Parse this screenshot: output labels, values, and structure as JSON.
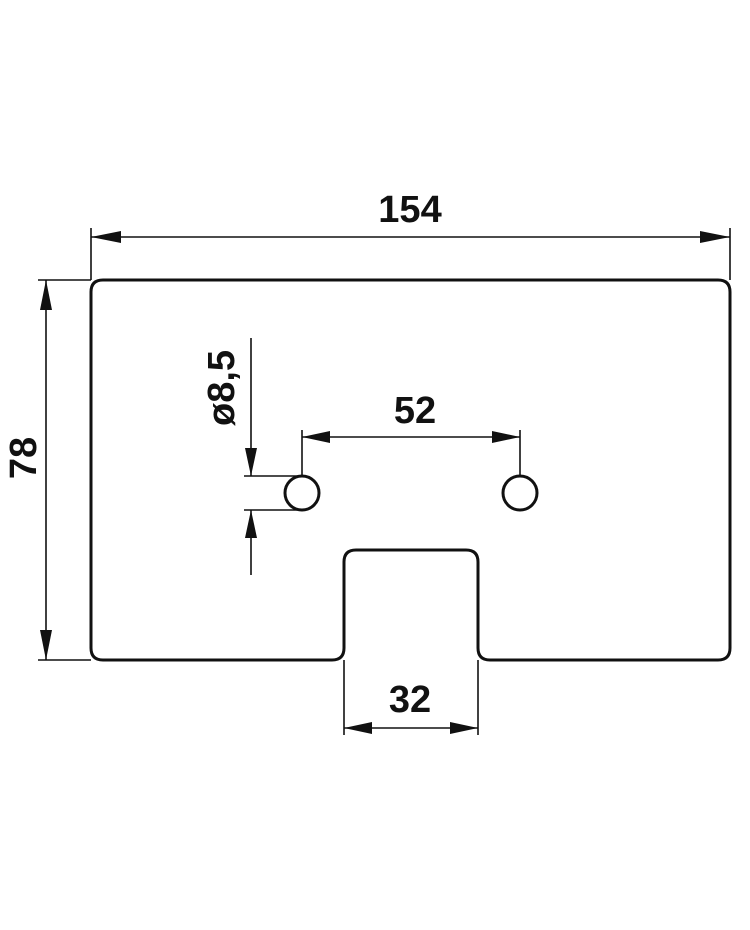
{
  "drawing": {
    "dimensions": {
      "overall_width": "154",
      "overall_height": "78",
      "hole_spacing": "52",
      "slot_width": "32",
      "hole_diameter": "ø8,5"
    },
    "line_color": "#111111",
    "background_color": "#ffffff"
  }
}
